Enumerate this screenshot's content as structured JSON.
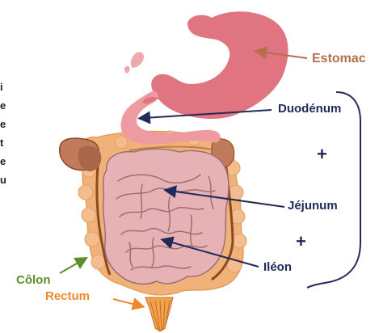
{
  "labels": {
    "estomac": "Estomac",
    "duodenum": "Duodénum",
    "jejunum": "Jéjunum",
    "ileon": "Iléon",
    "colon": "Côlon",
    "rectum": "Rectum"
  },
  "plus_signs": [
    "+",
    "+"
  ],
  "left_edge_text": [
    "i",
    "e",
    "e",
    "t",
    "e",
    "u"
  ],
  "colors": {
    "stomach": "#e07480",
    "stomach_label": "#b76e4f",
    "intestine": "#e7b2b5",
    "colon_orange": "#f1b27a",
    "colon_dark": "#8a4a22",
    "navy": "#222a5a",
    "green": "#5a8f2c",
    "rectum_orange": "#ef8a2a"
  }
}
